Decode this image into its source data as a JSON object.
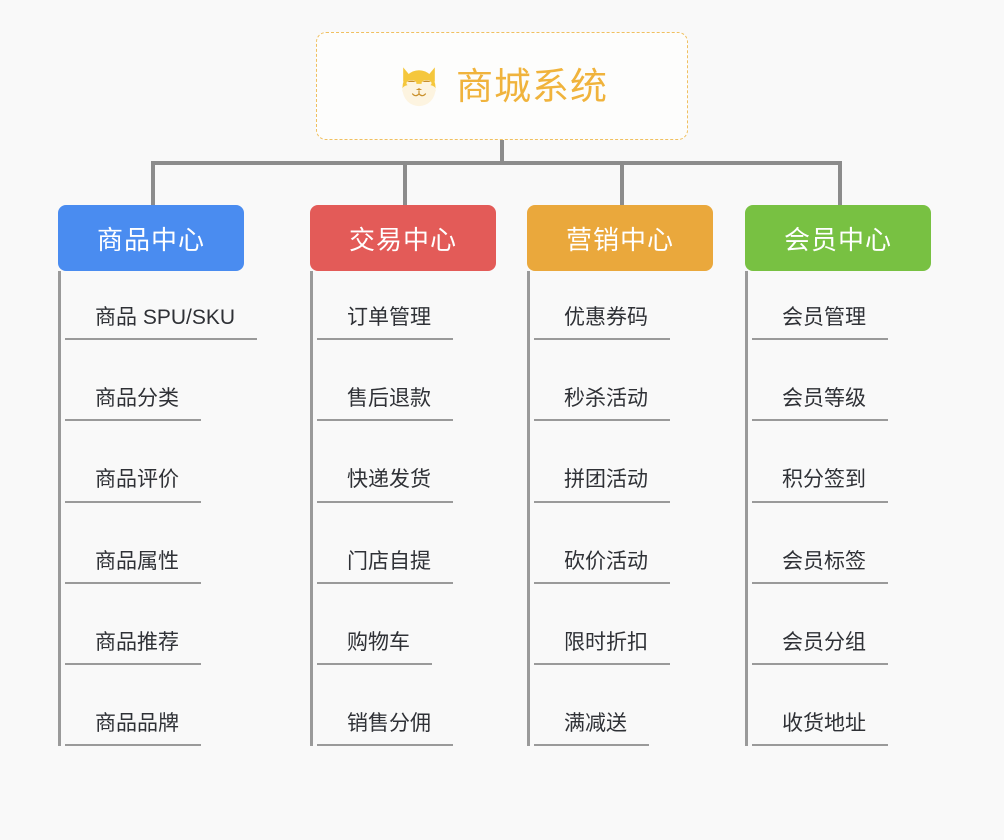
{
  "canvas": {
    "background": "#f9f9f9",
    "connector_color": "#8c8c8c"
  },
  "root": {
    "title": "商城系统",
    "icon": "shiba-dog-face-icon",
    "border_color": "#f0c060",
    "text_color": "#f0b33c",
    "background": "#fdfdfc"
  },
  "columns": [
    {
      "header": "商品中心",
      "color": "#4a8cf0",
      "items": [
        "商品 SPU/SKU",
        "商品分类",
        "商品评价",
        "商品属性",
        "商品推荐",
        "商品品牌"
      ]
    },
    {
      "header": "交易中心",
      "color": "#e35b58",
      "items": [
        "订单管理",
        "售后退款",
        "快递发货",
        "门店自提",
        "购物车",
        "销售分佣"
      ]
    },
    {
      "header": "营销中心",
      "color": "#eaa83c",
      "items": [
        "优惠券码",
        "秒杀活动",
        "拼团活动",
        "砍价活动",
        "限时折扣",
        "满减送"
      ]
    },
    {
      "header": "会员中心",
      "color": "#78c142",
      "items": [
        "会员管理",
        "会员等级",
        "积分签到",
        "会员标签",
        "会员分组",
        "收货地址"
      ]
    }
  ]
}
